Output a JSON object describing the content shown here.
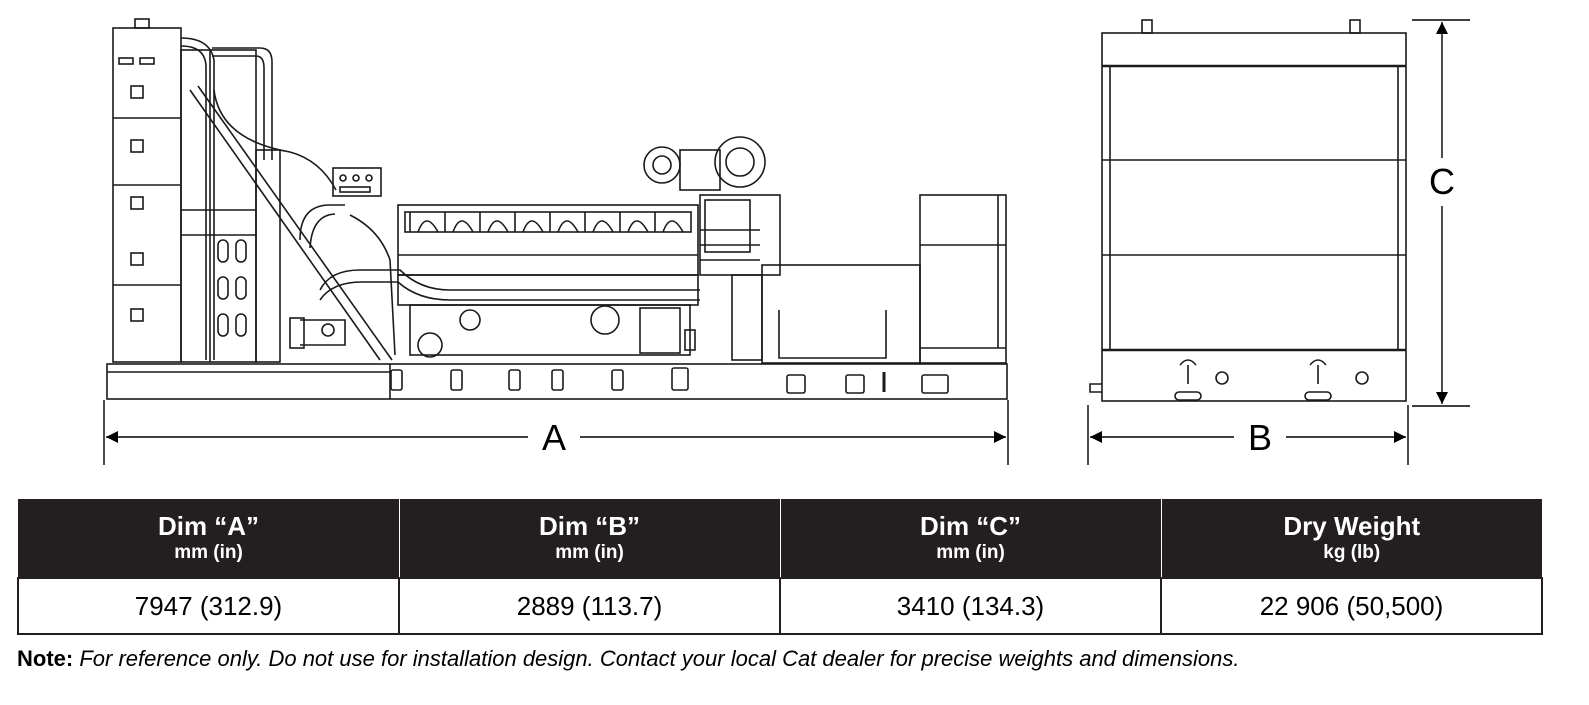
{
  "dimension_labels": {
    "a": "A",
    "b": "B",
    "c": "C"
  },
  "table": {
    "headers": [
      {
        "title": "Dim “A”",
        "unit": "mm (in)"
      },
      {
        "title": "Dim “B”",
        "unit": "mm (in)"
      },
      {
        "title": "Dim “C”",
        "unit": "mm (in)"
      },
      {
        "title": "Dry Weight",
        "unit": "kg (lb)"
      }
    ],
    "values": [
      "7947 (312.9)",
      "2889 (113.7)",
      "3410 (134.3)",
      "22 906 (50,500)"
    ]
  },
  "note": {
    "label": "Note:",
    "text": "For reference only. Do not use for installation design. Contact your local Cat dealer for precise weights and dimensions."
  },
  "colors": {
    "header_bg": "#231f20",
    "line": "#1a1a1a"
  }
}
